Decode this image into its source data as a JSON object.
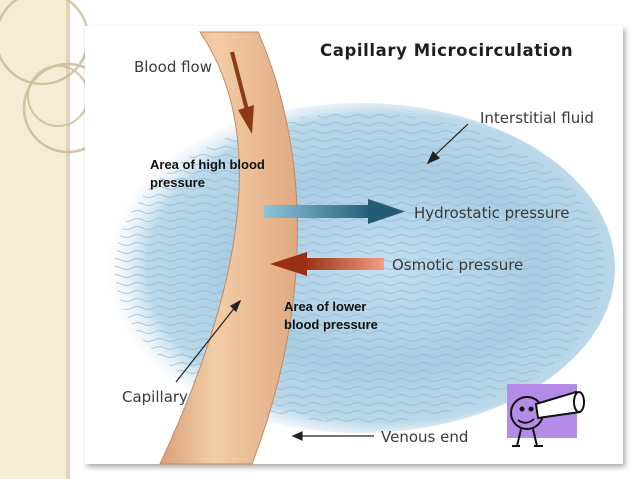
{
  "slide": {
    "title": "Capillary Microcirculation"
  },
  "labels": {
    "blood_flow": "Blood flow",
    "interstitial_fluid": "Interstitial fluid",
    "hydrostatic_pressure": "Hydrostatic pressure",
    "osmotic_pressure": "Osmotic pressure",
    "capillary": "Capillary",
    "venous_end": "Venous end",
    "area_high": "Area of high blood pressure",
    "area_lower": "Area of lower blood pressure"
  },
  "colors": {
    "side_panel": "#f5ecd6",
    "panel_stripe": "#cbbd9c",
    "interstitial_fluid": "#aacde2",
    "capillary_fill": "#e8b98f",
    "capillary_edge": "#9a6a45",
    "hydrostatic_arrow": "#2f6e8a",
    "osmotic_arrow": "#b0401e",
    "flow_arrow": "#8b3a17",
    "clipart_bg": "#b58be8"
  },
  "icons": [
    "blood-flow-arrow-icon",
    "telescope-character-icon"
  ]
}
